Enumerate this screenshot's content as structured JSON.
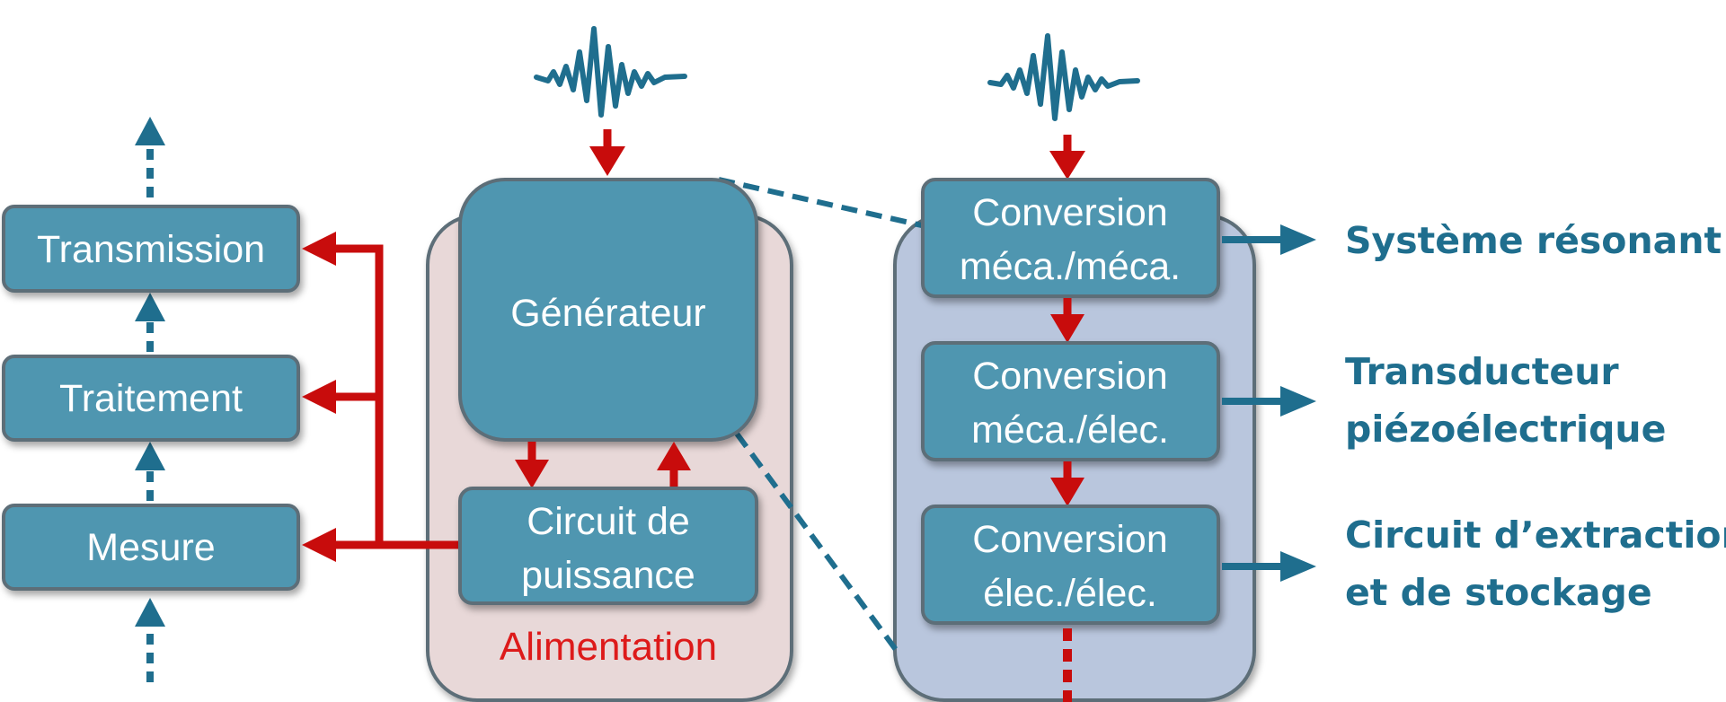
{
  "left_stack": {
    "transmission": "Transmission",
    "traitement": "Traitement",
    "mesure": "Mesure"
  },
  "alimentation": {
    "generateur": "Générateur",
    "circuit_line1": "Circuit de",
    "circuit_line2": "puissance",
    "label": "Alimentation"
  },
  "conversions": [
    {
      "line1": "Conversion",
      "line2": "méca./méca."
    },
    {
      "line1": "Conversion",
      "line2": "méca./élec."
    },
    {
      "line1": "Conversion",
      "line2": "élec./élec."
    }
  ],
  "right_labels": [
    {
      "line1": "Système résonant",
      "line2": ""
    },
    {
      "line1": "Transducteur",
      "line2": "piézoélectrique"
    },
    {
      "line1": "Circuit d’extraction",
      "line2": "et de stockage"
    }
  ],
  "colors": {
    "box_fill": "#4f96b0",
    "box_stroke": "#5d6e78",
    "red_arrow": "#c80c0c",
    "teal": "#1f6e8e",
    "alimentation_panel": "#e8d8d8",
    "conversion_panel": "#b9c6dd"
  }
}
